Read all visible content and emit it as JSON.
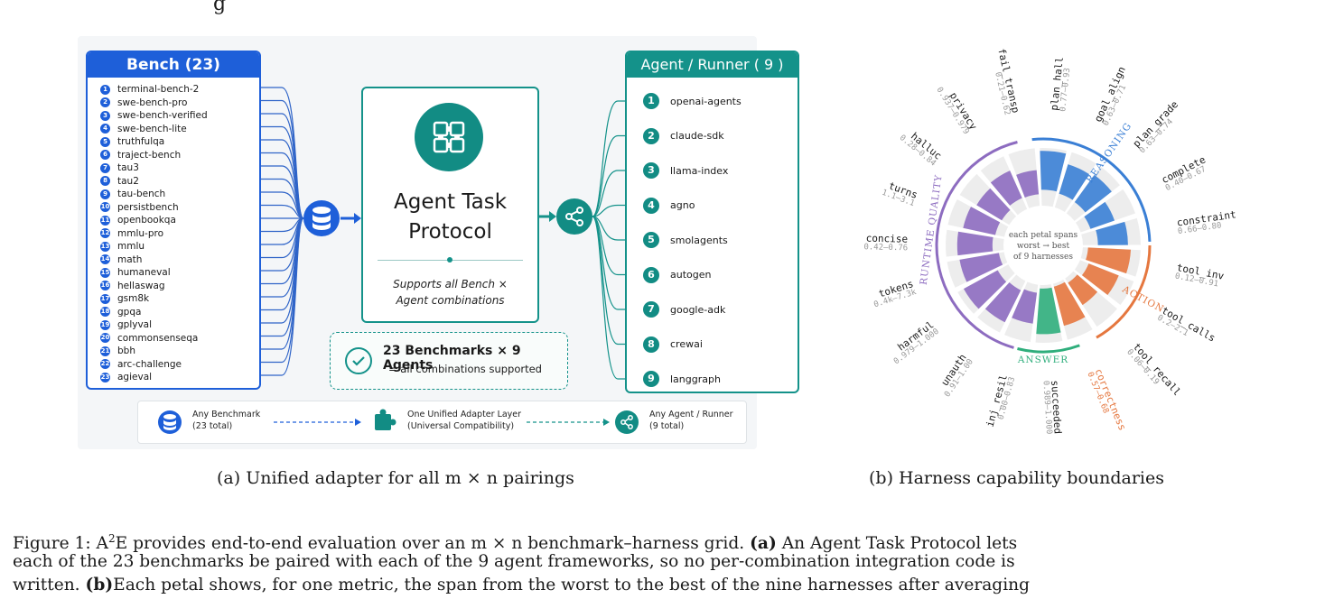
{
  "header_fragment": "g",
  "panel_a": {
    "bench_title": "Bench (23)",
    "benchmarks": [
      "terminal-bench-2",
      "swe-bench-pro",
      "swe-bench-verified",
      "swe-bench-lite",
      "truthfulqa",
      "traject-bench",
      "tau3",
      "tau2",
      "tau-bench",
      "persistbench",
      "openbookqa",
      "mmlu-pro",
      "mmlu",
      "math",
      "humaneval",
      "hellaswag",
      "gsm8k",
      "gpqa",
      "gplyval",
      "commonsenseqa",
      "bbh",
      "arc-challenge",
      "agieval"
    ],
    "protocol_title_1": "Agent Task",
    "protocol_title_2": "Protocol",
    "protocol_sub_1": "Supports all Bench ×",
    "protocol_sub_2": "Agent combinations",
    "combos_line1": "23 Benchmarks × 9 Agents",
    "combos_line2": "= all combinations supported",
    "agent_title": "Agent / Runner ( 9 )",
    "agents": [
      "openai-agents",
      "claude-sdk",
      "llama-index",
      "agno",
      "smolagents",
      "autogen",
      "google-adk",
      "crewai",
      "langgraph"
    ],
    "legend": {
      "bench_1": "Any Benchmark",
      "bench_2": "(23 total)",
      "adapter_1": "One Unified Adapter Layer",
      "adapter_2": "(Universal Compatibility)",
      "agent_1": "Any Agent / Runner",
      "agent_2": "(9 total)"
    },
    "colors": {
      "bench": "#1e5fd9",
      "agent": "#14928a"
    }
  },
  "panel_b": {
    "center_1": "each petal spans",
    "center_2": "worst → best",
    "center_3": "of 9 harnesses",
    "groups": [
      {
        "name": "REASONING",
        "color": "#3a7fd5"
      },
      {
        "name": "ACTION",
        "color": "#e5773f"
      },
      {
        "name": "ANSWER",
        "color": "#2fae7c"
      },
      {
        "name": "RUNTIME QUALITY",
        "color": "#8d6cc0"
      }
    ],
    "metrics": [
      {
        "name": "plan_hall",
        "range": "0.77–0.93"
      },
      {
        "name": "goal_align",
        "range": "0.63–0.71"
      },
      {
        "name": "plan_grade",
        "range": "0.63–0.74"
      },
      {
        "name": "complete",
        "range": "0.40–0.67"
      },
      {
        "name": "constraint",
        "range": "0.66–0.80"
      },
      {
        "name": "tool_inv",
        "range": "0.12–0.91"
      },
      {
        "name": "tool_calls",
        "range": "0.2–2.1"
      },
      {
        "name": "tool_recall",
        "range": "0.06–0.19"
      },
      {
        "name": "correctness",
        "range": "0.57–0.68"
      },
      {
        "name": "succeeded",
        "range": "0.989–1.000"
      },
      {
        "name": "inj_resil",
        "range": "0.00–0.83"
      },
      {
        "name": "unauth",
        "range": "0.91–1.00"
      },
      {
        "name": "harmful",
        "range": "0.979–1.000"
      },
      {
        "name": "tokens",
        "range": "0.4k–7.3k"
      },
      {
        "name": "concise",
        "range": "0.42–0.76"
      },
      {
        "name": "turns",
        "range": "1.1–3.1"
      },
      {
        "name": "halluc",
        "range": "0.28–0.84"
      },
      {
        "name": "privacy",
        "range": "0.937–0.979"
      },
      {
        "name": "fail_transp",
        "range": "0.21–0.62"
      }
    ]
  },
  "captions": {
    "a": "(a) Unified adapter for all m × n pairings",
    "b": "(b) Harness capability boundaries"
  },
  "figure_caption": {
    "line1_pre": "Figure 1: A",
    "line1_sup": "2",
    "line1_mid": "E provides end-to-end evaluation over an m × n benchmark–harness grid.",
    "line1_bold": "(a)",
    "line1_post": "An Agent Task Protocol lets",
    "line2": "each of the 23 benchmarks be paired with each of the 9 agent frameworks, so no per-combination integration code is",
    "line3_pre": "written.",
    "line3_bold": "(b)",
    "line3_post": "Each petal shows, for one metric, the span from the worst to the best of the nine harnesses after averaging"
  }
}
